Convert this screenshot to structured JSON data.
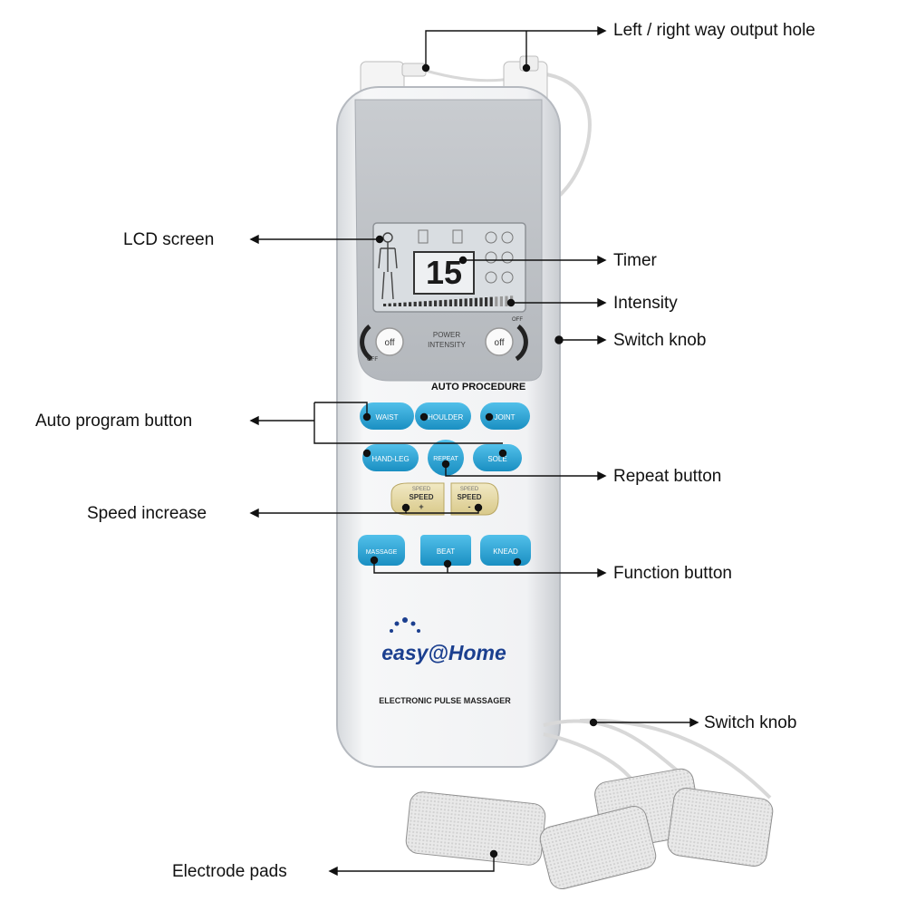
{
  "callouts": {
    "output_hole": "Left / right way output hole",
    "lcd_screen": "LCD screen",
    "timer": "Timer",
    "intensity": "Intensity",
    "switch_knob_top": "Switch knob",
    "auto_program": "Auto program button",
    "repeat": "Repeat button",
    "speed_increase": "Speed increase",
    "function": "Function button",
    "switch_knob_bottom": "Switch knob",
    "electrode_pads": "Electrode pads"
  },
  "device": {
    "timer_value": "15",
    "power_label_1": "POWER",
    "power_label_2": "INTENSITY",
    "knob_text": "off",
    "off_label": "OFF",
    "auto_procedure": "AUTO PROCEDURE",
    "buttons": {
      "waist": "WAIST",
      "shoulder": "SHOULDER",
      "joint": "JOINT",
      "hand_leg": "HAND-LEG",
      "repeat": "REPEAT",
      "sole": "SOLE",
      "massage": "MASSAGE",
      "beat": "BEAT",
      "knead": "KNEAD"
    },
    "speed_top": "SPEED",
    "speed_label": "SPEED",
    "speed_plus": "+",
    "speed_minus": "-",
    "brand": "easy@Home",
    "product_name": "ELECTRONIC PULSE MASSAGER"
  },
  "colors": {
    "button_blue": "#2aa3d4",
    "body_white": "#f3f4f6",
    "lcd_bg": "#d9dde1",
    "speed_gold": "#e8dcaa"
  }
}
